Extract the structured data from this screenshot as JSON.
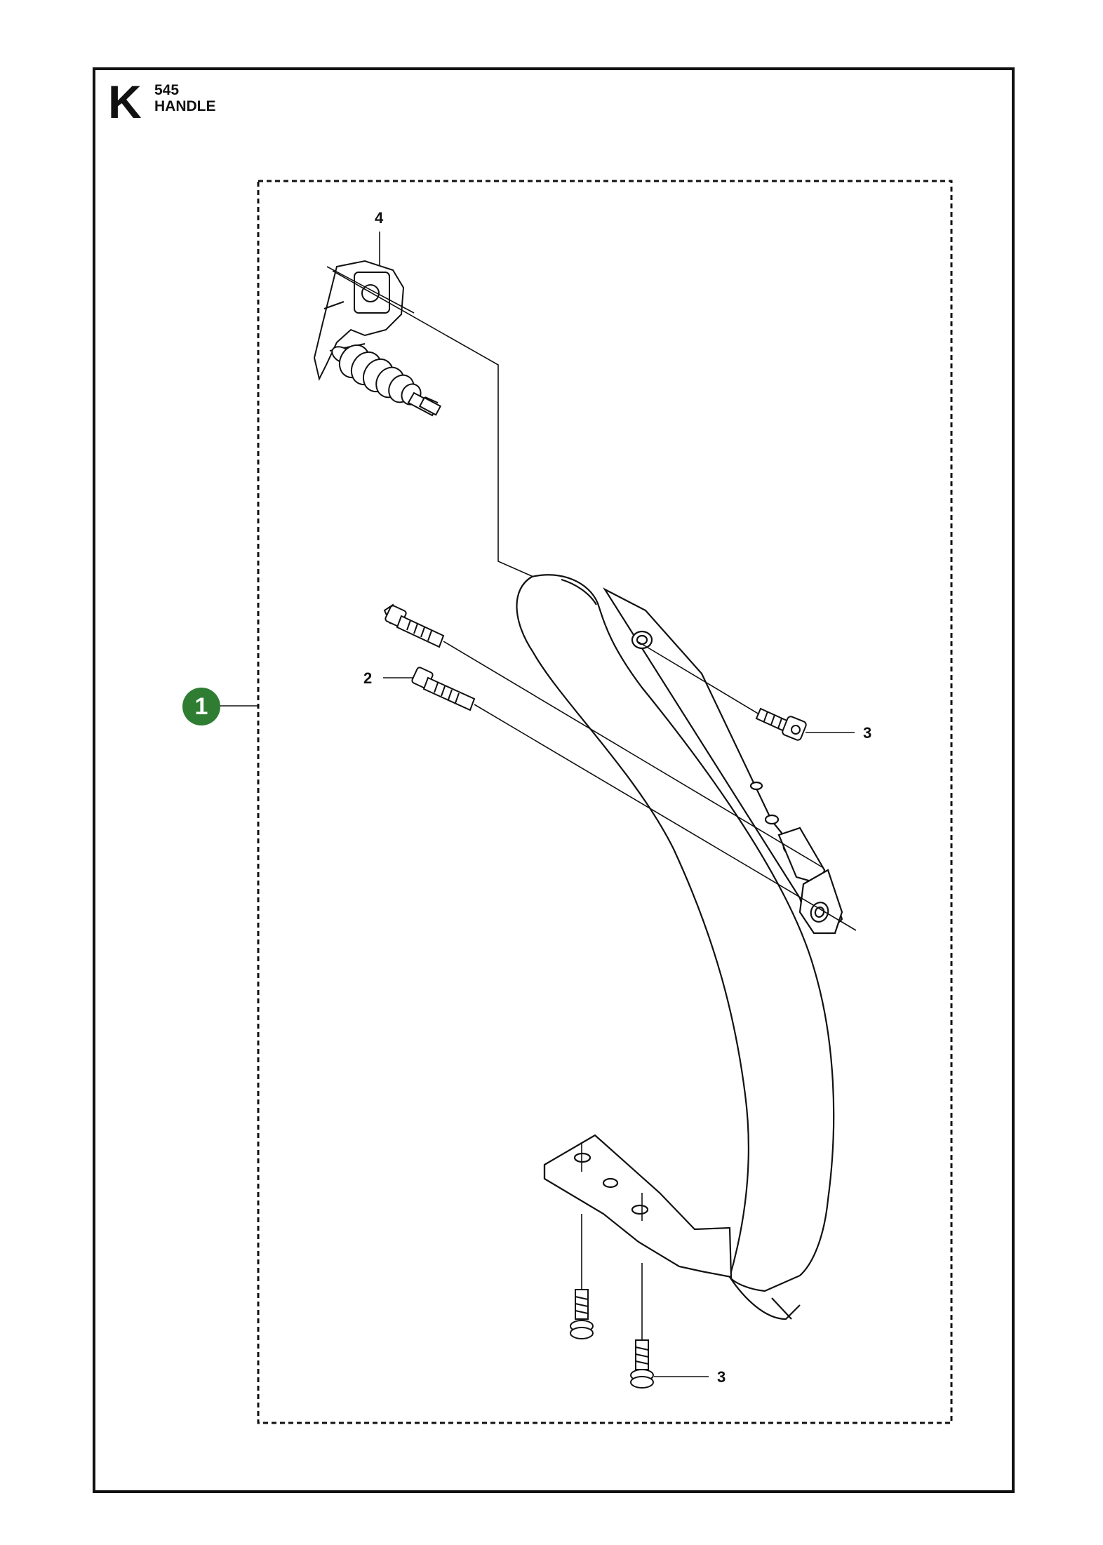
{
  "header": {
    "section_letter": "K",
    "model": "545",
    "title": "HANDLE"
  },
  "kit_badge": {
    "number": "1",
    "color": "#2e7d32"
  },
  "callouts": {
    "part4": "4",
    "part2": "2",
    "part3_upper": "3",
    "part3_lower": "3"
  },
  "icons": {
    "kit": "kit-group-dashed-box",
    "handle": "front-handle-drawing"
  }
}
